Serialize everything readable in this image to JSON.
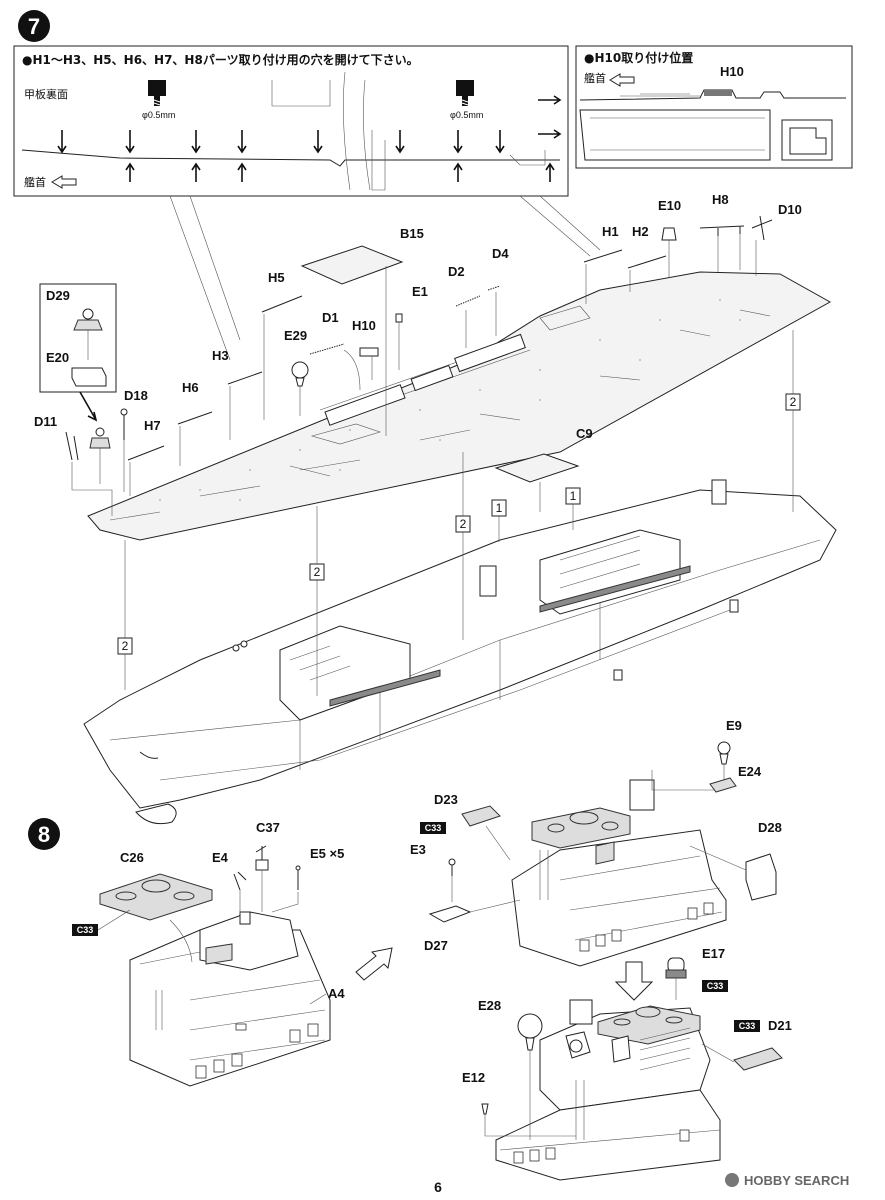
{
  "step7": {
    "number": "7",
    "note": "●H1〜H3、H5、H6、H7、H8パーツ取り付け用の穴を開けて下さい。",
    "underside_label": "甲板裏面",
    "drill1": "φ0.5mm",
    "drill2": "φ0.5mm",
    "bow_label": "艦首",
    "h10_title": "●H10取り付け位置",
    "h10_bow": "艦首",
    "h10_part": "H10"
  },
  "parts7": {
    "B15": "B15",
    "D2": "D2",
    "D4": "D4",
    "E1": "E1",
    "H5": "H5",
    "D1": "D1",
    "H10": "H10",
    "E29": "E29",
    "D29": "D29",
    "E20": "E20",
    "H3": "H3",
    "H6": "H6",
    "D18": "D18",
    "H7": "H7",
    "D11": "D11",
    "H1": "H1",
    "H2": "H2",
    "E10": "E10",
    "H8": "H8",
    "D10": "D10",
    "C9": "C9",
    "box1a": "1",
    "box1b": "1",
    "box2a": "2",
    "box2b": "2",
    "box2c": "2",
    "box2d": "2"
  },
  "step8": {
    "number": "8",
    "C26": "C26",
    "E4": "E4",
    "C37": "C37",
    "E5": "E5 ×5",
    "A4": "A4",
    "C33a": "C33",
    "C33b": "C33",
    "C33c": "C33",
    "C33d": "C33",
    "D23": "D23",
    "E3": "E3",
    "D27": "D27",
    "E9": "E9",
    "E24": "E24",
    "D28": "D28",
    "E17": "E17",
    "E28": "E28",
    "D21": "D21",
    "E12": "E12"
  },
  "footer": {
    "page": "6",
    "watermark": "HOBBY SEARCH"
  }
}
